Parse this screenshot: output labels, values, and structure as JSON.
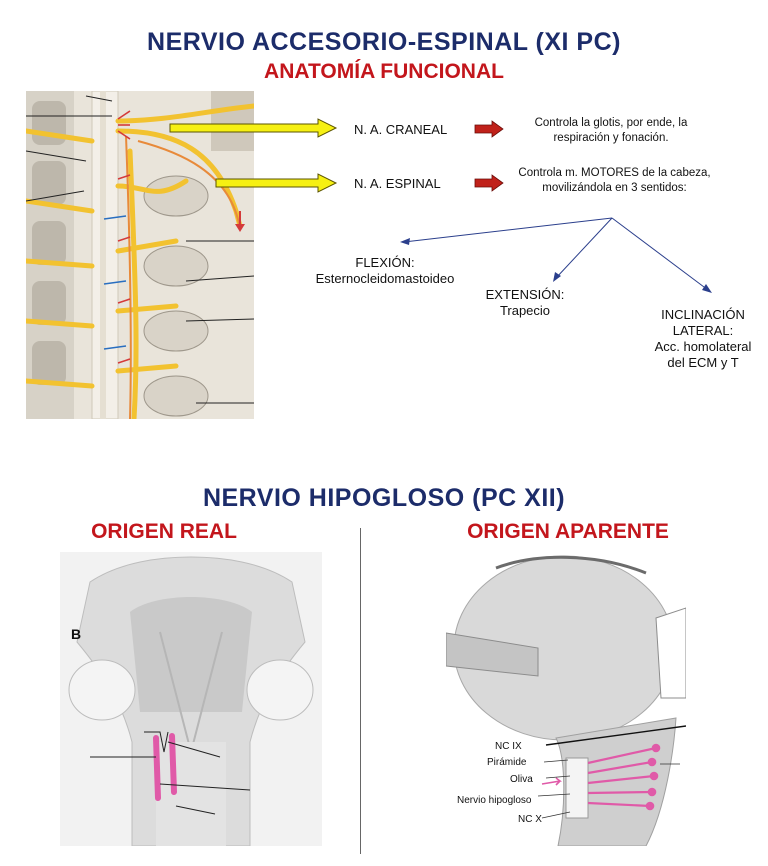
{
  "top": {
    "title": "NERVIO ACCESORIO-ESPINAL (XI PC)",
    "subtitle": "ANATOMÍA FUNCIONAL"
  },
  "accesorio": {
    "craneal": {
      "label": "N. A. CRANEAL",
      "description": "Controla la glotis, por ende, la respiración y fonación."
    },
    "espinal": {
      "label": "N. A. ESPINAL",
      "description": "Controla m. MOTORES de la cabeza, movilizándola en 3 sentidos:"
    },
    "movements": [
      {
        "name": "FLEXIÓN:",
        "muscle": "Esternocleidomastoideo"
      },
      {
        "name": "EXTENSIÓN:",
        "muscle": "Trapecio"
      },
      {
        "name": "INCLINACIÓN LATERAL:",
        "muscle": "Acc. homolateral del ECM y T"
      }
    ]
  },
  "bottom": {
    "title": "NERVIO HIPOGLOSO (PC XII)",
    "left_heading": "ORIGEN REAL",
    "right_heading": "ORIGEN APARENTE",
    "figure_letter": "B",
    "labels": [
      "NC IX",
      "Pirámide",
      "Oliva",
      "Nervio hipogloso",
      "NC X"
    ]
  },
  "colors": {
    "title_blue": "#1c2c6a",
    "heading_red": "#c3161c",
    "nerve_yellow": "#f2c230",
    "arrow_red": "#c0211a"
  }
}
